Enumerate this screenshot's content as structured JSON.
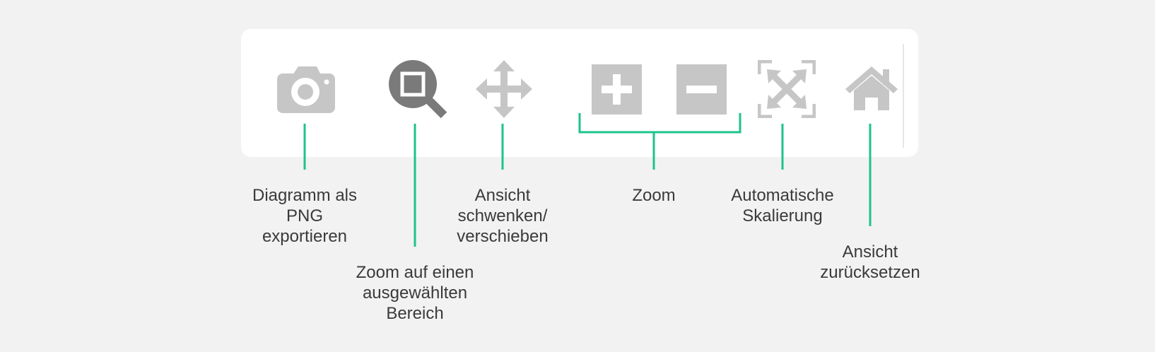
{
  "toolbar": {
    "tools": [
      {
        "name": "camera-icon",
        "label": "Diagramm als\nPNG\nexportieren"
      },
      {
        "name": "zoom-select-icon",
        "label": "Zoom auf einen\nausgewählten\nBereich"
      },
      {
        "name": "pan-icon",
        "label": "Ansicht\nschwenken/\nverschieben"
      },
      {
        "name": "zoom-in-icon",
        "label": ""
      },
      {
        "name": "zoom-out-icon",
        "label": ""
      },
      {
        "name": "autoscale-icon",
        "label": "Automatische\nSkalierung"
      },
      {
        "name": "home-icon",
        "label": "Ansicht\nzurücksetzen"
      }
    ],
    "group_label": "Zoom"
  },
  "colors": {
    "background": "#f2f2f2",
    "toolbar": "#ffffff",
    "icon_inactive": "#c6c6c6",
    "icon_active": "#7a7a7a",
    "leader": "#1cc38d",
    "text": "#3a3a3a"
  }
}
